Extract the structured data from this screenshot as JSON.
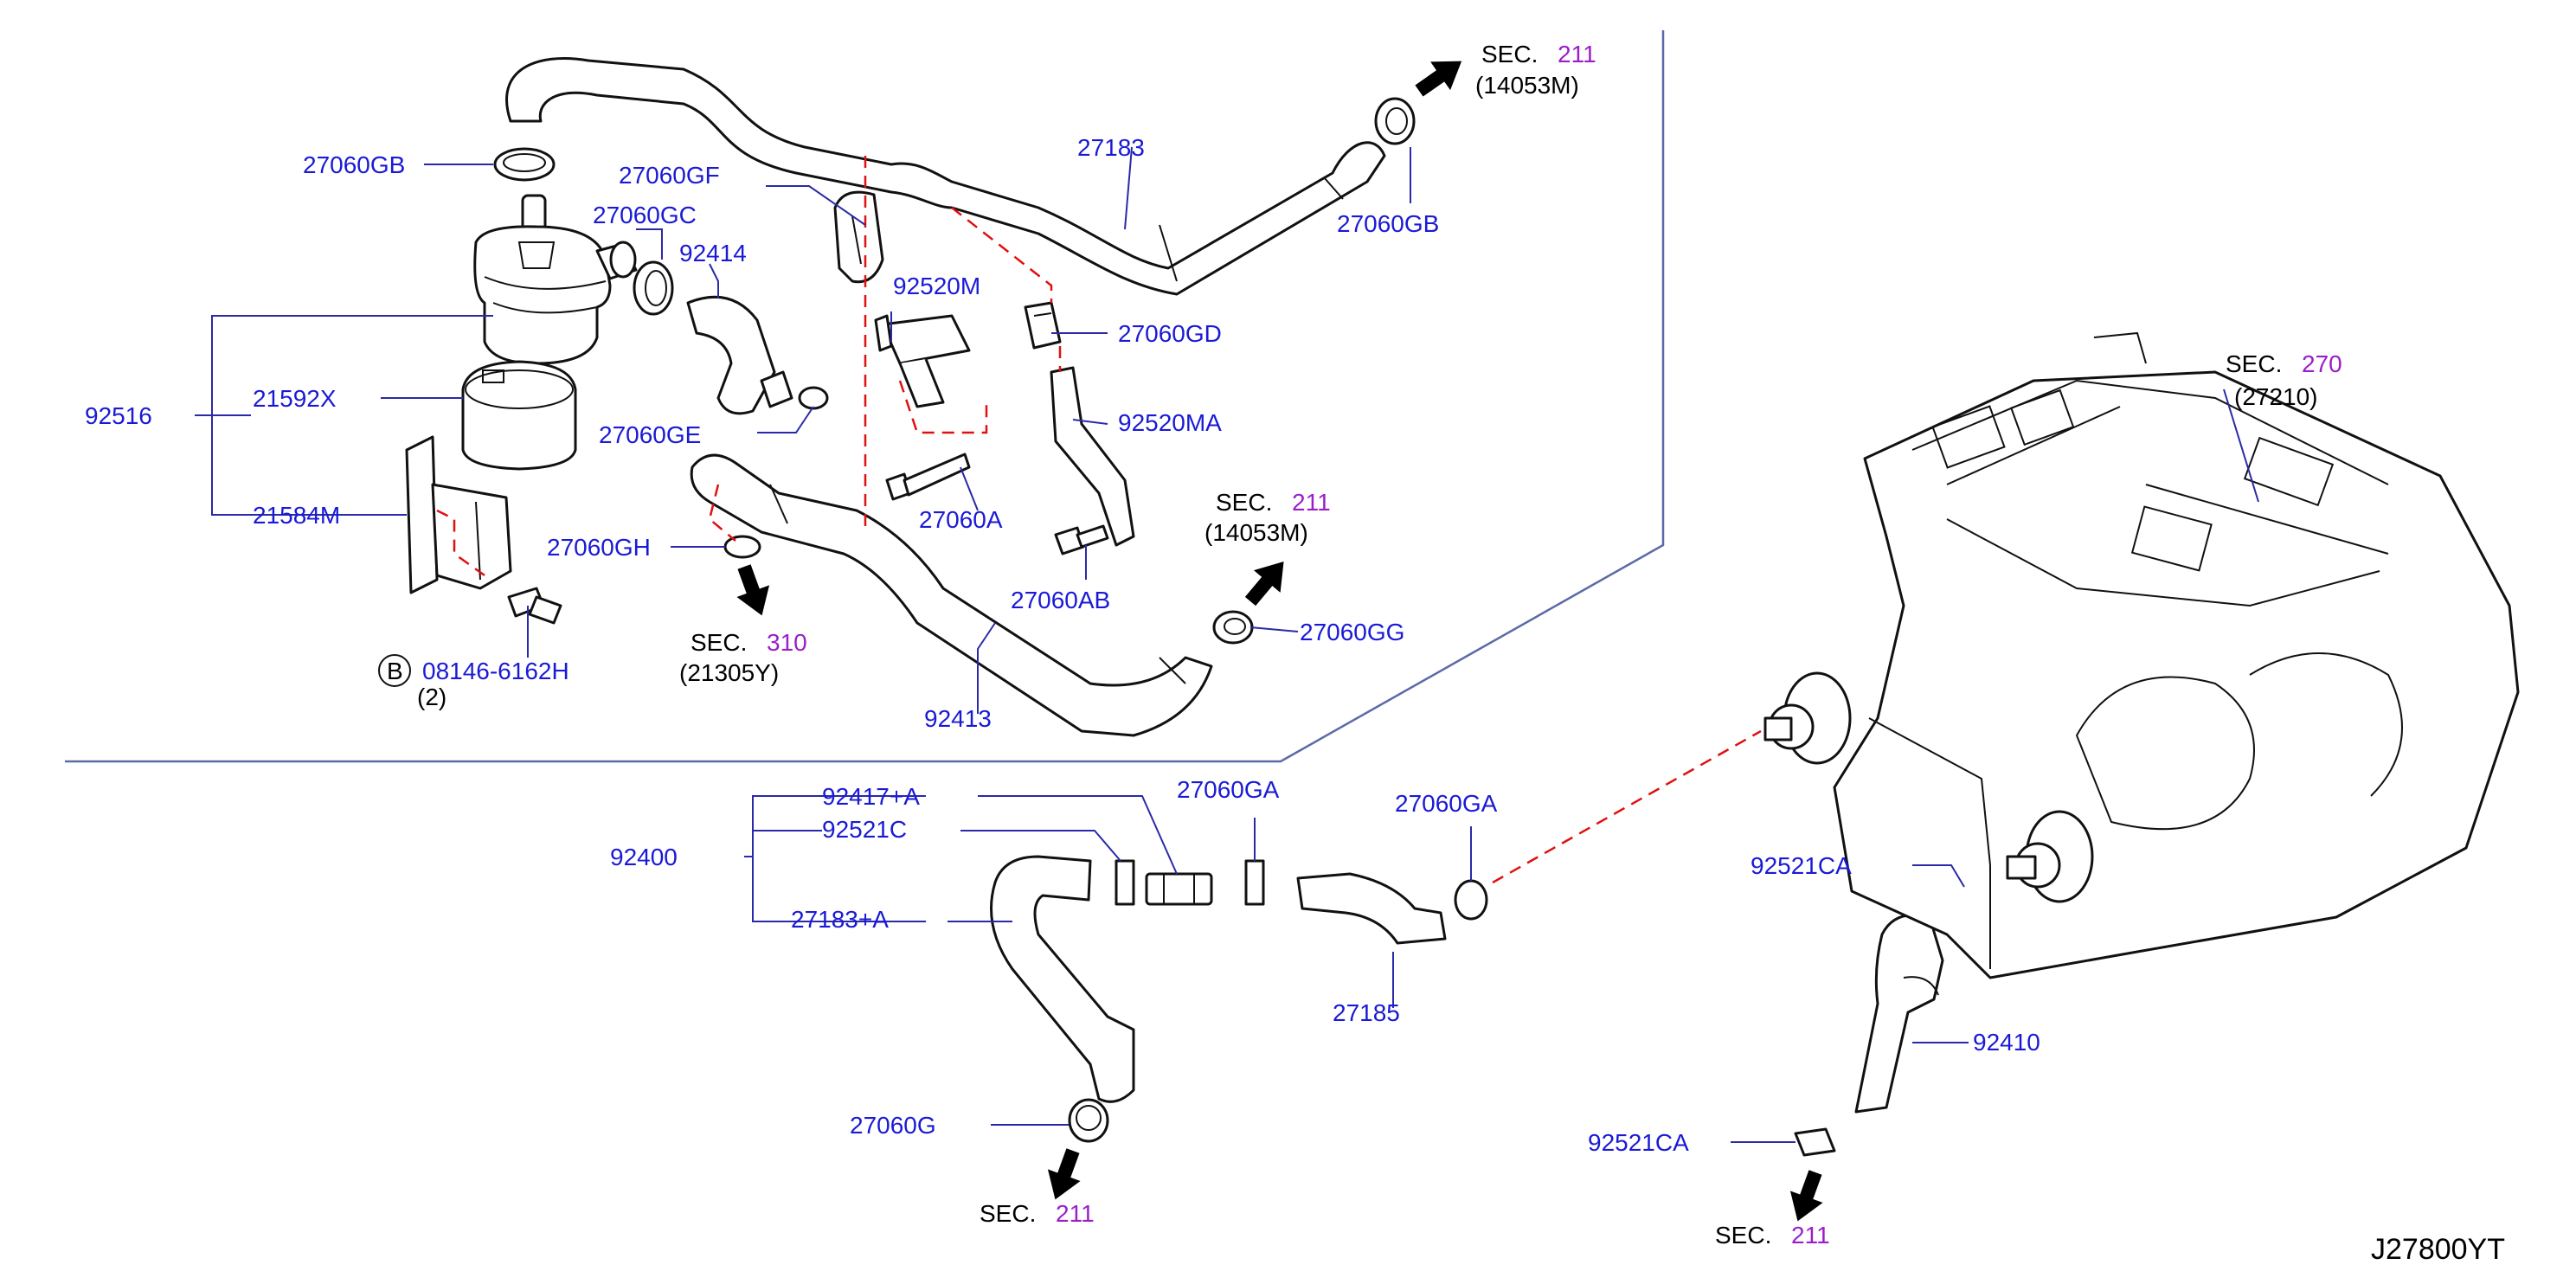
{
  "diagram": {
    "diagram_code": "J27800YT",
    "colors": {
      "part_number": "#1a1ad6",
      "section_number": "#9b1ec8",
      "dashed_connector": "#e01010",
      "outline": "#111111"
    },
    "labels": {
      "p27060GB_a": "27060GB",
      "p27060GB_b": "27060GB",
      "p27060GF": "27060GF",
      "p27060GC": "27060GC",
      "p92414": "92414",
      "p92520M": "92520M",
      "p27060GD": "27060GD",
      "p92520MA": "92520MA",
      "p92516": "92516",
      "p21592X": "21592X",
      "p21584M": "21584M",
      "p27060GE": "27060GE",
      "p27060GH": "27060GH",
      "p27060A": "27060A",
      "p27060AB": "27060AB",
      "p27060GG": "27060GG",
      "p92413": "92413",
      "p27183": "27183",
      "p08146": "08146-6162H",
      "qty": "(2)",
      "circle_b": "B",
      "p92400": "92400",
      "p92417A": "92417+A",
      "p92521C": "92521C",
      "p27183A": "27183+A",
      "p27060GA_a": "27060GA",
      "p27060GA_b": "27060GA",
      "p27185": "27185",
      "p27060G": "27060G",
      "p92521CA_a": "92521CA",
      "p92521CA_b": "92521CA",
      "p92410": "92410"
    },
    "sections": {
      "sec_prefix": "SEC.",
      "s1_num": "211",
      "s1_ref": "(14053M)",
      "s2_num": "211",
      "s2_ref": "(14053M)",
      "s3_num": "310",
      "s3_ref": "(21305Y)",
      "s4_num": "270",
      "s4_ref": "(27210)",
      "s5_num": "211",
      "s6_num": "211"
    },
    "icons": [
      "water-pump-icon",
      "hose-icon",
      "clamp-icon",
      "bracket-icon",
      "bolt-icon",
      "heater-unit-icon",
      "arrow-icon"
    ]
  }
}
